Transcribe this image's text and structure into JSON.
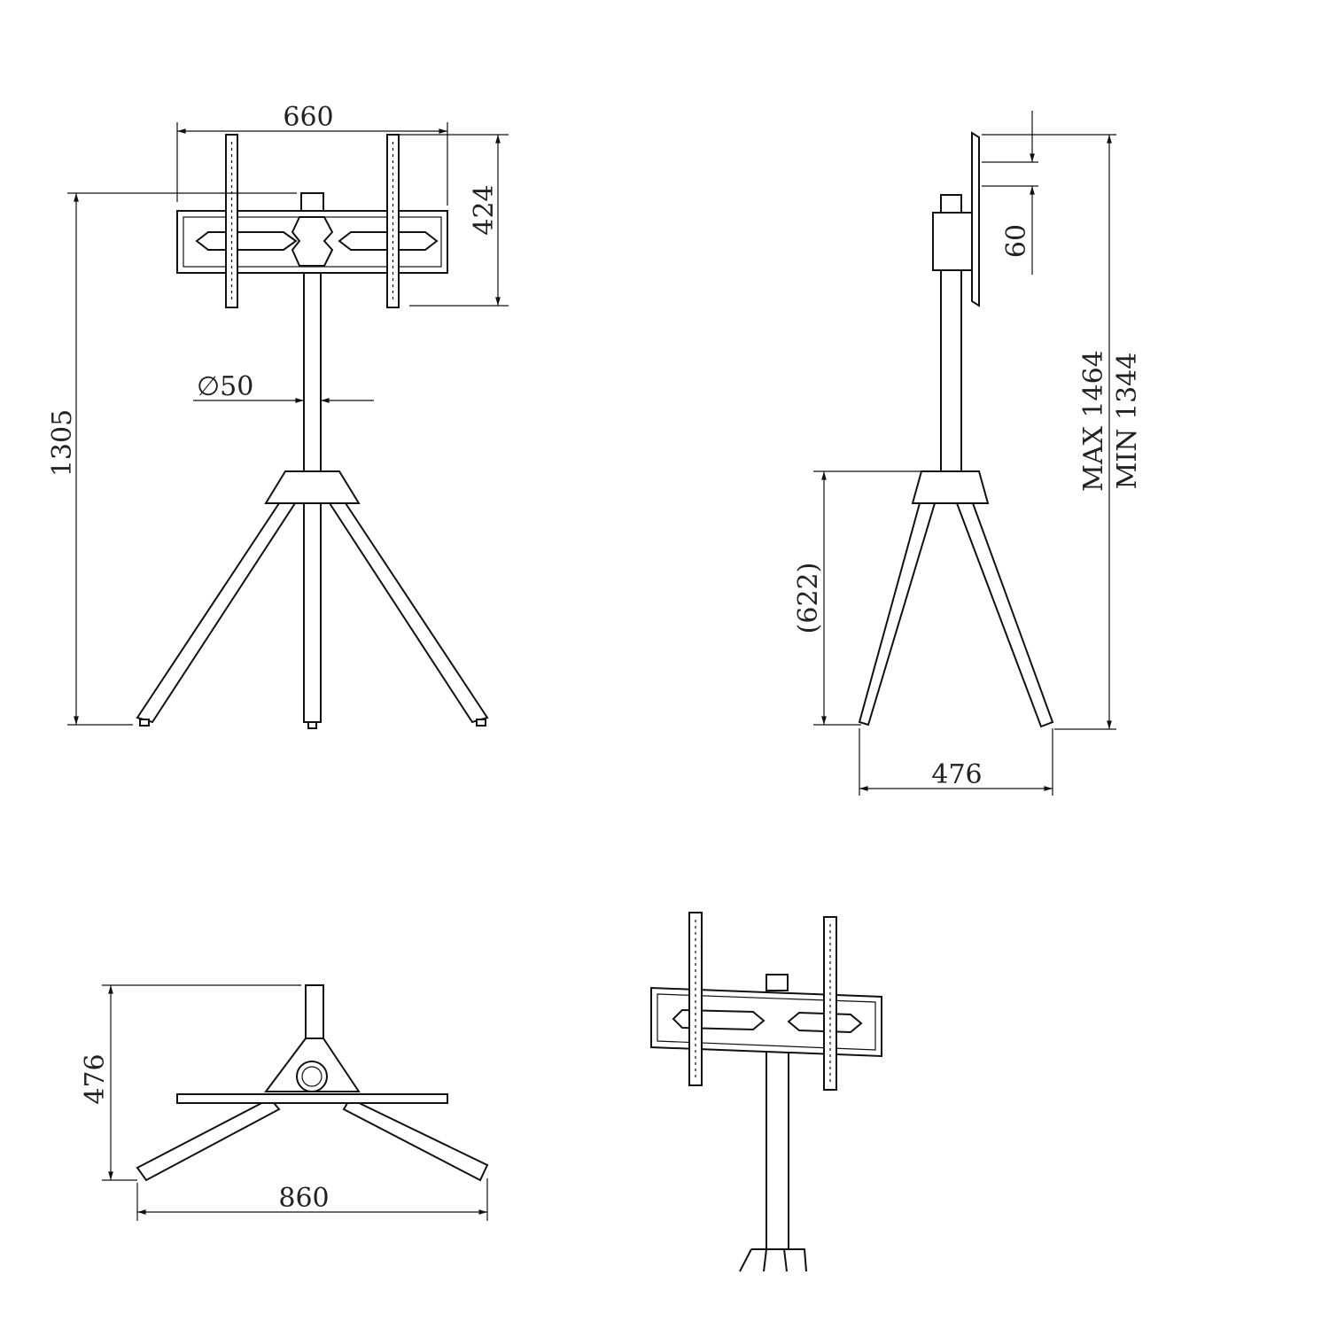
{
  "front_view": {
    "width_label": "660",
    "bracket_height_label": "424",
    "total_height_label": "1305",
    "pole_diameter_label": "∅50"
  },
  "side_view": {
    "adjust_step_label": "60",
    "max_height_label": "MAX 1464",
    "min_height_label": "MIN 1344",
    "leg_height_label": "(622)",
    "depth_label": "476"
  },
  "top_view": {
    "depth_label": "476",
    "width_label": "860"
  },
  "colors": {
    "line": "#111111",
    "background": "#ffffff"
  }
}
